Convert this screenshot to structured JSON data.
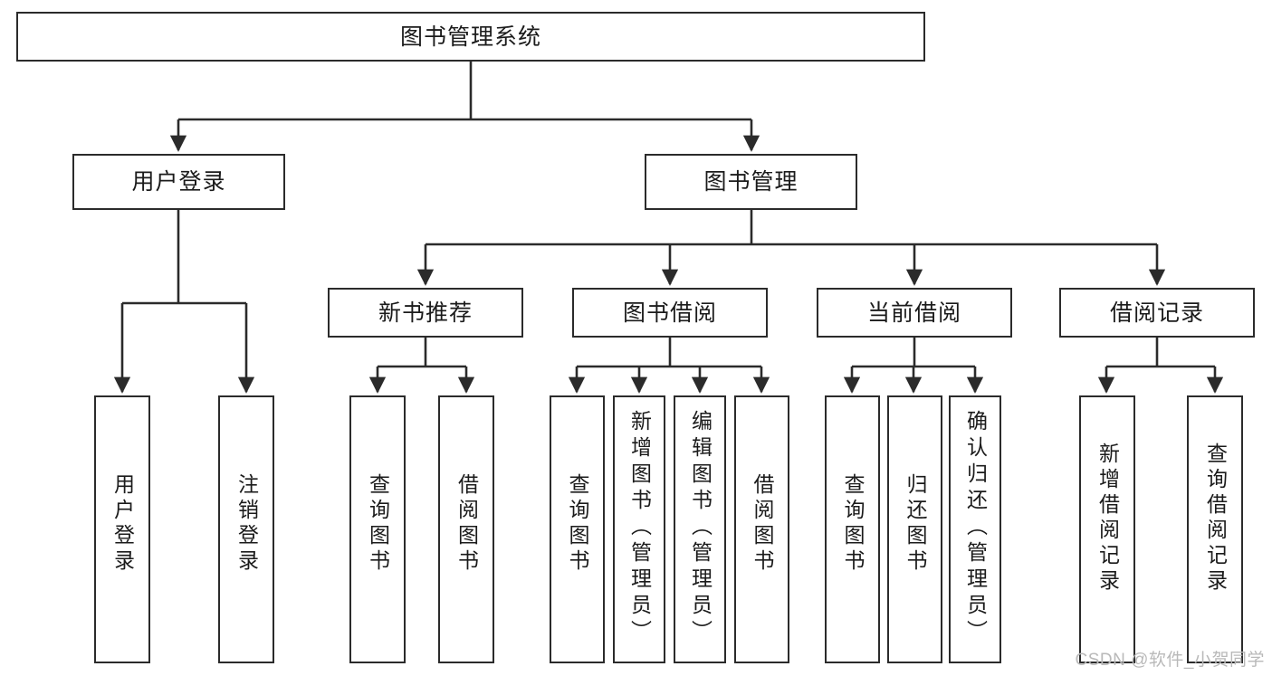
{
  "diagram": {
    "title": "图书管理系统",
    "type": "tree-structure-chart",
    "colors": {
      "stroke": "#2b2b2b",
      "fill": "#ffffff",
      "text": "#1b1b1b",
      "watermark": "#b9b9b9"
    },
    "watermark": "CSDN @软件_小贺同学",
    "levels": {
      "root": [
        "图书管理系统"
      ],
      "level2": [
        "用户登录",
        "图书管理"
      ],
      "level3": [
        "新书推荐",
        "图书借阅",
        "当前借阅",
        "借阅记录"
      ],
      "leaves": [
        "用户登录",
        "注销登录",
        "查询图书",
        "借阅图书",
        "查询图书",
        "新增图书（管理员）",
        "编辑图书（管理员）",
        "借阅图书",
        "查询图书",
        "归还图书",
        "确认归还（管理员）",
        "新增借阅记录",
        "查询借阅记录"
      ]
    },
    "nodes": {
      "root": {
        "label": "图书管理系统"
      },
      "user_login": {
        "label": "用户登录"
      },
      "book_manage": {
        "label": "图书管理"
      },
      "new_book_rec": {
        "label": "新书推荐"
      },
      "book_borrow": {
        "label": "图书借阅"
      },
      "current_borrow": {
        "label": "当前借阅"
      },
      "borrow_record": {
        "label": "借阅记录"
      },
      "leaf_user_login": {
        "label": "用户登录"
      },
      "leaf_logout": {
        "label": "注销登录"
      },
      "leaf_query_book_a": {
        "label": "查询图书"
      },
      "leaf_borrow_book_a": {
        "label": "借阅图书"
      },
      "leaf_query_book_b": {
        "label": "查询图书"
      },
      "leaf_add_book": {
        "label": "新增图书（管理员）"
      },
      "leaf_edit_book": {
        "label": "编辑图书（管理员）"
      },
      "leaf_borrow_book_b": {
        "label": "借阅图书"
      },
      "leaf_query_book_c": {
        "label": "查询图书"
      },
      "leaf_return_book": {
        "label": "归还图书"
      },
      "leaf_confirm_return": {
        "label": "确认归还（管理员）"
      },
      "leaf_add_record": {
        "label": "新增借阅记录"
      },
      "leaf_query_record": {
        "label": "查询借阅记录"
      }
    }
  }
}
